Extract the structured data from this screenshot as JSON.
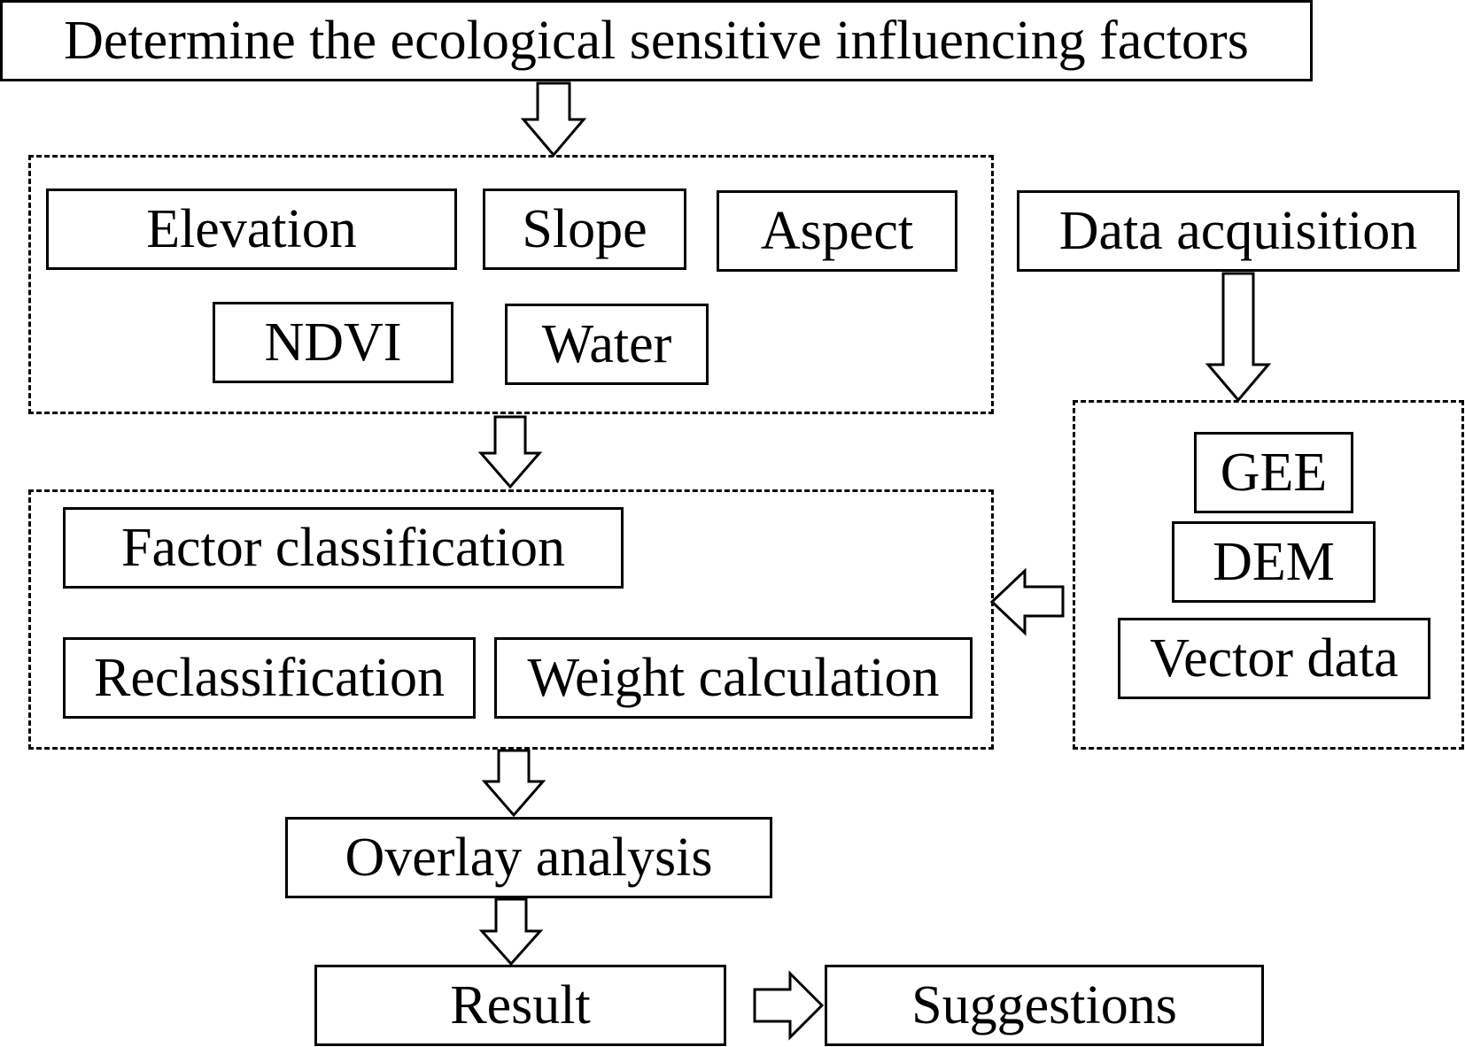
{
  "title_box": "Determine the ecological sensitive influencing factors",
  "factors": {
    "elevation": "Elevation",
    "slope": "Slope",
    "aspect": "Aspect",
    "ndvi": "NDVI",
    "water": "Water"
  },
  "data_acquisition": "Data acquisition",
  "sources": {
    "gee": "GEE",
    "dem": "DEM",
    "vector": "Vector data"
  },
  "processing": {
    "factor_classification": "Factor classification",
    "reclassification": "Reclassification",
    "weight_calculation": "Weight calculation"
  },
  "overlay": "Overlay analysis",
  "result": "Result",
  "suggestions": "Suggestions"
}
